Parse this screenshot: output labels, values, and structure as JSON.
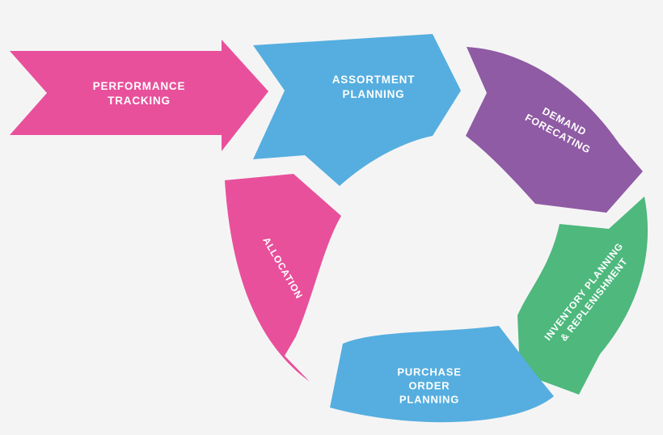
{
  "diagram": {
    "background_color": "#f5f4f5",
    "text_color": "#ffffff",
    "steps": [
      {
        "id": "performance-tracking",
        "lines": [
          "PERFORMANCE",
          "TRACKING"
        ],
        "color": "#e8509b",
        "shape": "straight-arrow-right"
      },
      {
        "id": "assortment-planning",
        "lines": [
          "ASSORTMENT",
          "PLANNING"
        ],
        "color": "#55aedf",
        "shape": "curved-arrow-right-top"
      },
      {
        "id": "demand-forecating",
        "lines": [
          "DEMAND",
          "FORECATING"
        ],
        "color": "#8f5ba4",
        "shape": "curved-arrow-down-right"
      },
      {
        "id": "inventory-planning-replenishment",
        "lines": [
          "INVENTORY PLANNING",
          "& REPLENISHMENT"
        ],
        "color": "#4eb87d",
        "shape": "curved-arrow-down-left"
      },
      {
        "id": "purchase-order-planning",
        "lines": [
          "PURCHASE",
          "ORDER",
          "PLANNING"
        ],
        "color": "#55aedf",
        "shape": "curved-arrow-left-bottom"
      },
      {
        "id": "allocation",
        "lines": [
          "ALLOCATION"
        ],
        "color": "#e8509b",
        "shape": "curved-arrow-up-left"
      }
    ]
  }
}
